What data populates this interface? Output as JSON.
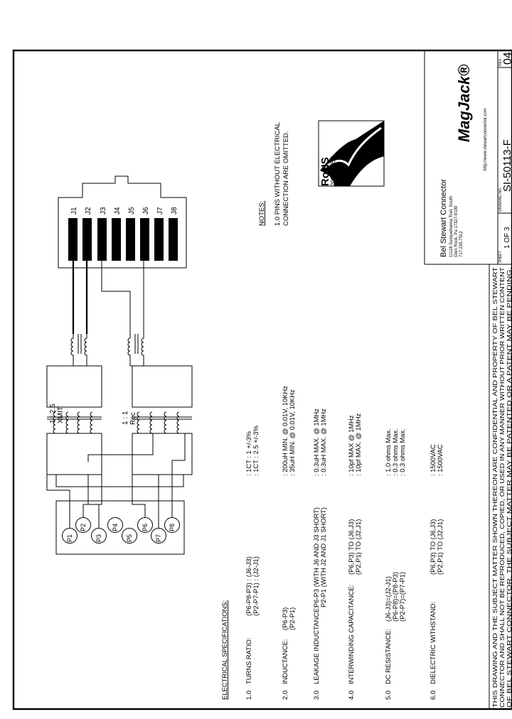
{
  "specs": {
    "heading": "ELECTRICAL SPECIFICATIONS:",
    "rows": [
      {
        "num": "1.0",
        "name": "TURNS RATIO:",
        "lines": [
          {
            "left": "(P6-P8-P3) : (J6-J3)",
            "value": ": 1CT : 1    +/-3%"
          },
          {
            "left": "(P2-P7-P1) : (J2-J1)",
            "value": ": 1CT : 2.5 +/-3%"
          }
        ]
      },
      {
        "num": "2.0",
        "name": "INDUCTANCE:",
        "lines": [
          {
            "left": "(P6-P3)",
            "value": ": 200uH MIN. @ 0.01V, 10KHz"
          },
          {
            "left": "(P2-P1)",
            "value": ": 35uH MIN. @ 0.01V, 10KHz"
          }
        ]
      },
      {
        "num": "3.0",
        "name": "LEAKAGE INDUCTANCE:",
        "lines": [
          {
            "left": "P6-P3  (WITH J6 AND J3 SHORT)",
            "value": ": 0.3uH MAX. @ 1MHz"
          },
          {
            "left": "P2-P1  (WITH J2 AND J1 SHORT)",
            "value": ": 0.3uH MAX. @ 1MHz"
          }
        ]
      },
      {
        "num": "4.0",
        "name": "INTERWINDING CAPACITANCE:",
        "lines": [
          {
            "left": "(P6,P3)  TO  (J6,J3)",
            "value": ": 10pf MAX @ 1MHz"
          },
          {
            "left": "(P2,P1)  TO  (J2,J1)",
            "value": ": 10pf MAX. @ 1MHz"
          }
        ]
      },
      {
        "num": "5.0",
        "name": "DC RESISTANCE:",
        "lines": [
          {
            "left": "(J6-J3)=(J2-J1)",
            "value": ": 1.0 ohms Max."
          },
          {
            "left": "(P6-P8)=(P8-P3)",
            "value": ": 0.3 ohms Max."
          },
          {
            "left": "(P2-P7)=(P7-P1)",
            "value": ": 0.3 ohms Max."
          }
        ]
      },
      {
        "num": "6.0",
        "name": "DIELECTRIC WITHSTAND:",
        "lines": [
          {
            "left": "(P6,P3)  TO  (J6,J3)",
            "value": ": 1500VAC"
          },
          {
            "left": "(P2,P1)  TO  (J2,J1)",
            "value": ": 1500VAC"
          }
        ]
      }
    ]
  },
  "notes": {
    "heading": "NOTES:",
    "items": [
      "1.0 PINS WITHOUT ELECTRICAL",
      "CONNECTION ARE OMITTED."
    ]
  },
  "schematic": {
    "xmit_ratio": "1 : 2.5",
    "xmit_label": "XMIT",
    "rec_ratio": "1 : 1",
    "rec_label": "Rec",
    "p_pins": [
      "P1",
      "P2",
      "P3",
      "P4",
      "P5",
      "P6",
      "P7",
      "P8"
    ],
    "j_pins": [
      "J1",
      "J2",
      "J3",
      "J4",
      "J5",
      "J6",
      "J7",
      "J8"
    ]
  },
  "rohs": {
    "title": "RoHS",
    "subtitle": "2002/95/EC"
  },
  "company": {
    "name": "Bel Stewart Connector",
    "address": [
      "11118 Susquehanna Trail, South",
      "Glen Rock, Pa 17327-9199",
      "717.235.7512"
    ],
    "url": "http://www.stewartconnector.com",
    "logo": "MagJack®"
  },
  "title_block": {
    "sheet_label": "SHEET",
    "sheet_value": "1 OF 3",
    "drawing_label": "DRAWING NO.",
    "drawing_value": "SI-50113-F",
    "rev_label": "REV.",
    "rev_value": "04"
  },
  "disclaimer": [
    "THIS DRAWING AND THE SUBJECT MATTER SHOWN THEREON ARE CONFIDENTIAL AND PROPERTY OF BEL STEWART",
    "CONNECTOR AND SHALL NOT BE REPRODUCED, COPIED, OR USED IN ANY MANNER WITHOUT PRIOR WRITTEN CONTENT",
    "OF BEL STEWART CONNECTOR. THE SUBJECT MATTER MAY BE PATENTED OR A PATENT MAY BE PENDING."
  ]
}
